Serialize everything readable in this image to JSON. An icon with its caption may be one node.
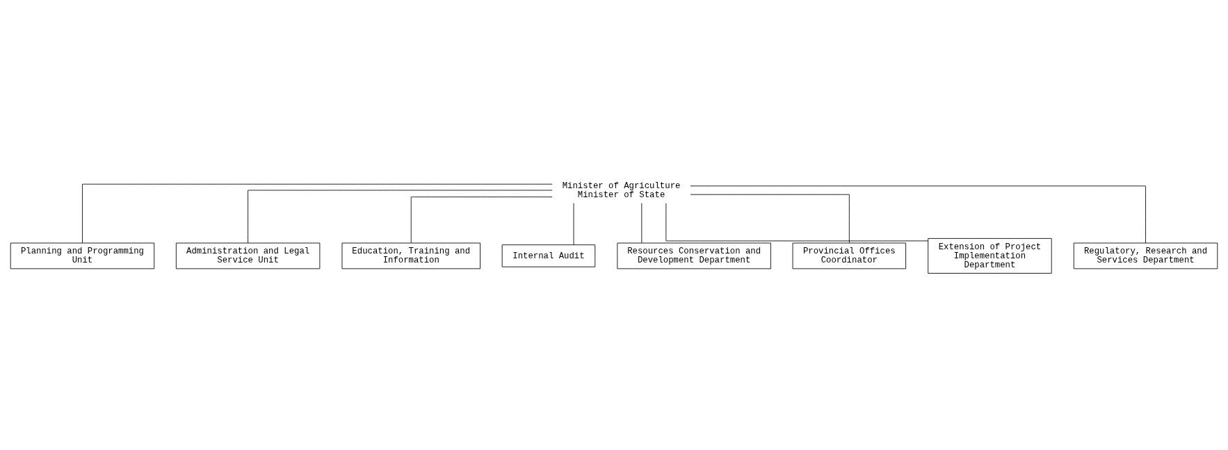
{
  "diagram": {
    "nodes": [
      {
        "text": [
          "Minister of Agriculture",
          "Minister of State"
        ]
      },
      {
        "text": [
          "Planning and Programming Unit"
        ]
      },
      {
        "text": [
          "Administration and Legal Service Unit"
        ]
      },
      {
        "text": [
          "Education, Training and Information"
        ]
      },
      {
        "text": [
          "Internal Audit"
        ]
      },
      {
        "text": [
          "Resources Conservation and Development Department"
        ]
      },
      {
        "text": [
          "Provincial Offices Coordinator"
        ]
      },
      {
        "text": [
          "Extension of Project Implementation Department"
        ]
      },
      {
        "text": [
          "Regulatory, Research and Services Department"
        ]
      }
    ],
    "edges": [
      {
        "from": 0,
        "to": 1,
        "arrow": "none"
      },
      {
        "from": 0,
        "to": 2,
        "arrow": "none"
      },
      {
        "from": 0,
        "to": 3,
        "arrow": "none"
      },
      {
        "from": 0,
        "to": 4,
        "arrow": "none"
      },
      {
        "from": 0,
        "to": 5,
        "arrow": "none"
      },
      {
        "from": 0,
        "to": 6,
        "arrow": "none"
      },
      {
        "from": 0,
        "to": 7,
        "arrow": "none"
      },
      {
        "from": 0,
        "to": 8,
        "arrow": "none"
      }
    ]
  }
}
